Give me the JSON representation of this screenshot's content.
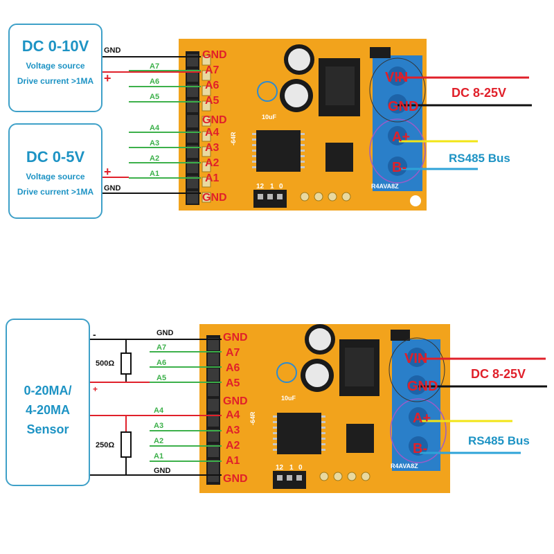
{
  "top_diagram": {
    "source1": {
      "title": "DC 0-10V",
      "line1": "Voltage source",
      "line2": "Drive current >1MA"
    },
    "source2": {
      "title": "DC 0-5V",
      "line1": "Voltage source",
      "line2": "Drive current >1MA"
    },
    "wire_gnd_top": "GND",
    "wire_gnd_bottom": "GND",
    "wire_labels_upper": [
      "A7",
      "A6",
      "A5"
    ],
    "wire_labels_lower": [
      "A4",
      "A3",
      "A2",
      "A1"
    ],
    "plus": "+"
  },
  "bottom_diagram": {
    "sensor": {
      "line1": "0-20MA/",
      "line2": "4-20MA",
      "line3": "Sensor"
    },
    "wire_gnd_top": "GND",
    "wire_gnd_bottom": "GND",
    "wire_labels_upper": [
      "A7",
      "A6",
      "A5"
    ],
    "wire_labels_lower": [
      "A4",
      "A3",
      "A2",
      "A1"
    ],
    "resistor_upper": "500Ω",
    "resistor_lower": "250Ω",
    "minus": "-",
    "plus": "+"
  },
  "board": {
    "pin_labels": [
      "GND",
      "A7",
      "A6",
      "A5",
      "GND",
      "A4",
      "A3",
      "A2",
      "A1",
      "GND"
    ],
    "terminal_labels": [
      "VIN",
      "GND",
      "A+",
      "B-"
    ],
    "jumper_labels": [
      "12",
      "1",
      "0"
    ],
    "cap_label": "10uF",
    "side_mark": "-64R",
    "model_mark": "R4AVA8Z"
  },
  "power_label": "DC 8-25V",
  "bus_label": "RS485 Bus",
  "colors": {
    "red": "#e0202a",
    "green": "#3cb04a",
    "black": "#111111",
    "yellow": "#f2e516",
    "blue": "#2ea3d8",
    "board": "#f2a31c",
    "terminal": "#2a7fc9"
  }
}
